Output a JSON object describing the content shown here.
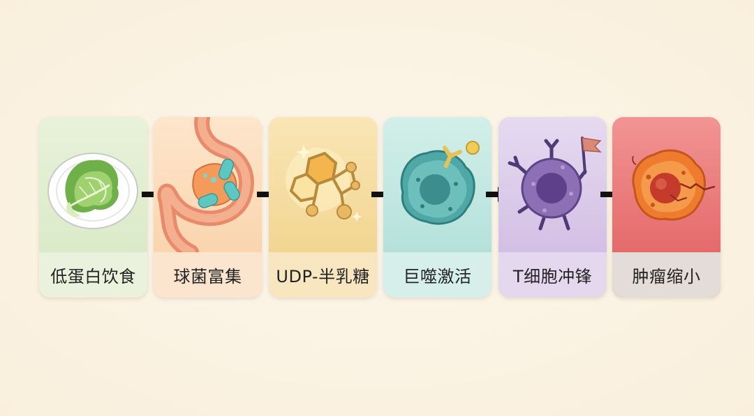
{
  "steps": [
    {
      "label": "低蛋白饮食",
      "icon": "lettuce-plate-icon",
      "top_color": "#dcebc9",
      "label_color": "#e9f1dc"
    },
    {
      "label": "球菌富集",
      "icon": "gut-bacteria-icon",
      "top_color": "#fbd9b8",
      "label_color": "#fbe4cd"
    },
    {
      "label": "UDP-半乳糖",
      "icon": "molecule-icon",
      "top_color": "#f6dea0",
      "label_color": "#f8e8bf"
    },
    {
      "label": "巨噬激活",
      "icon": "macrophage-icon",
      "top_color": "#bfe6e0",
      "label_color": "#d5efea"
    },
    {
      "label": "T细胞冲锋",
      "icon": "t-cell-flag-icon",
      "top_color": "#dccbe8",
      "label_color": "#e6d9ef"
    },
    {
      "label": "肿瘤缩小",
      "icon": "shrinking-tumor-icon",
      "top_color": "#eb7b7b",
      "label_color": "#e3dcd8"
    }
  ]
}
